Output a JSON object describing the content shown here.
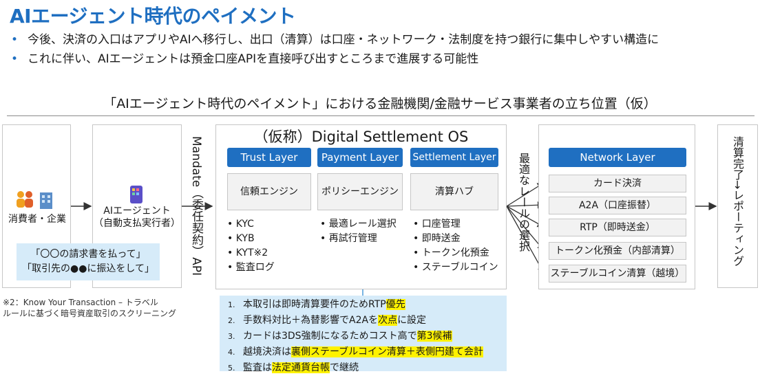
{
  "title": "AIエージェント時代のペイメント",
  "bullets": [
    "今後、決済の入口はアプリやAIへ移行し、出口（清算）は口座・ネットワーク・法制度を持つ銀行に集中しやすい構造に",
    "これに伴い、AIエージェントは預金口座APIを直接呼び出すところまで進展する可能性"
  ],
  "subtitle": "「AIエージェント時代のペイメント」における金融機関/金融サービス事業者の立ち位置（仮）",
  "consumer": {
    "label": "消費者・企業"
  },
  "ai_agent": {
    "label_line1": "AIエージェント",
    "label_line2": "（自動支払実行者）"
  },
  "requests": [
    "「〇〇の請求書を払って」",
    "「取引先の●●に振込をして」"
  ],
  "mandate": "Mandate（委任契約）API",
  "os": {
    "title": "（仮称）Digital Settlement OS",
    "layers": [
      {
        "name": "Trust Layer",
        "engine": "信頼エンジン",
        "items": [
          "KYC",
          "KYB",
          "KYT※2",
          "監査ログ"
        ]
      },
      {
        "name": "Payment Layer",
        "engine": "ポリシーエンジン",
        "items": [
          "最適レール選択",
          "再試行管理"
        ]
      },
      {
        "name": "Settlement Layer",
        "engine": "清算ハブ",
        "items": [
          "口座管理",
          "即時送金",
          "トークン化預金",
          "ステーブルコイン"
        ]
      }
    ]
  },
  "rail_selection": "最適なレールの選択",
  "network": {
    "name": "Network Layer",
    "items": [
      "カード決済",
      "A2A（口座振替）",
      "RTP（即時送金）",
      "トークン化預金（内部清算）",
      "ステーブルコイン清算（越境）"
    ]
  },
  "settlement_complete": "清算完了→レポーティング",
  "footnote": [
    "※2：Know Your Transaction – トラベル",
    "ルールに基づく暗号資産取引のスクリーニング"
  ],
  "notes": [
    {
      "num": "1.",
      "pre": "本取引は即時清算要件のためRTP",
      "hl": "優先",
      "post": ""
    },
    {
      "num": "2.",
      "pre": "手数料対比＋為替影響でA2Aを",
      "hl": "次点",
      "post": "に設定"
    },
    {
      "num": "3.",
      "pre": "カードは3DS強制になるためコスト高で",
      "hl": "第3候補",
      "post": ""
    },
    {
      "num": "4.",
      "pre": "越境決済は",
      "hl": "裏側ステーブルコイン清算＋表側円建て会計",
      "post": ""
    },
    {
      "num": "5.",
      "pre": "監査は",
      "hl": "法定通貨台帳",
      "post": "で継続"
    }
  ],
  "colors": {
    "accent": "#1f6fc1",
    "callout": "#d6ebf9",
    "highlight": "#fff200"
  },
  "icons": [
    "people-icon",
    "building-icon",
    "phone-app-icon"
  ]
}
